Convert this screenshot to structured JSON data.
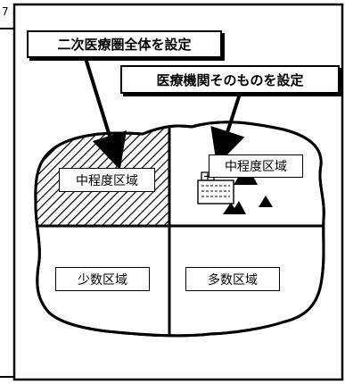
{
  "callouts": {
    "whole_area": "二次医療圏全体を設定",
    "facility": "医療機関そのものを設定"
  },
  "regions": {
    "upper_left": "中程度区域",
    "upper_right": "中程度区域",
    "lower_left": "少数区域",
    "lower_right": "多数区域"
  },
  "edge_fragment": "7",
  "colors": {
    "ink": "#000000",
    "paper": "#ffffff"
  }
}
